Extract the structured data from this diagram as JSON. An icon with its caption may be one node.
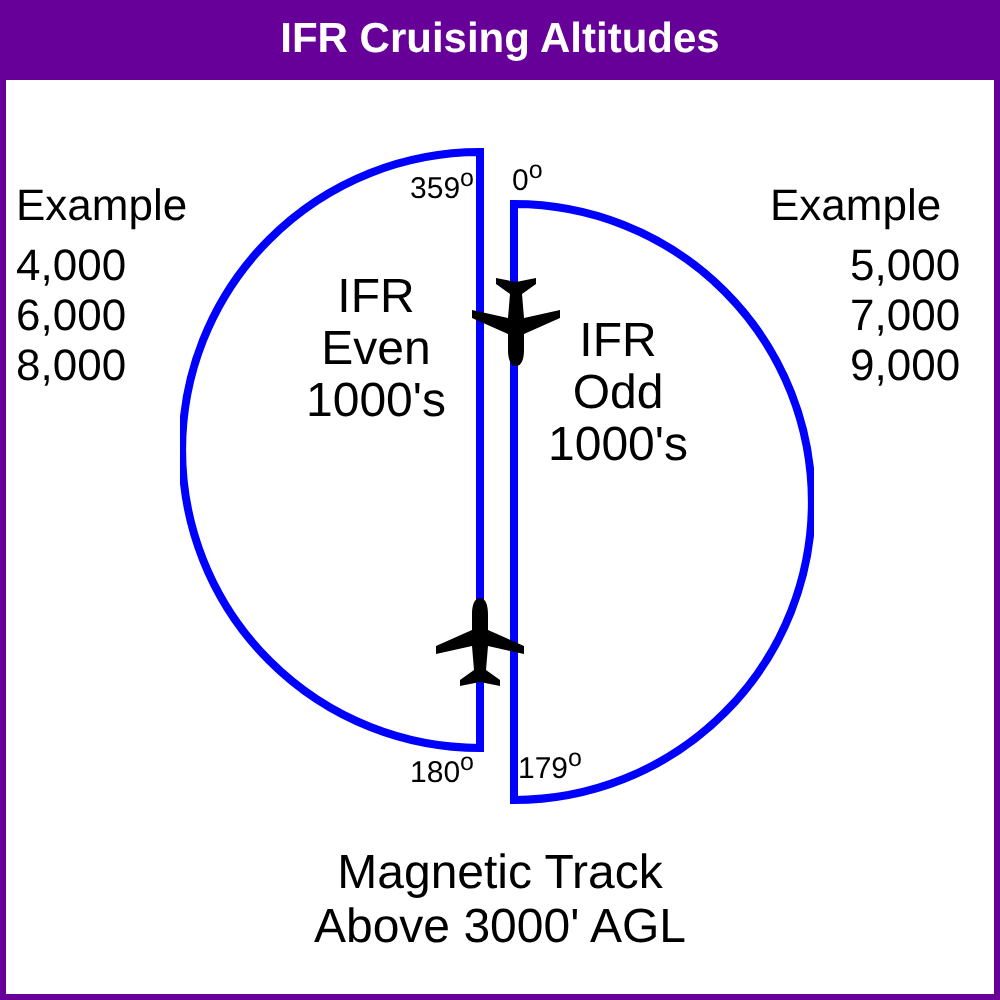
{
  "diagram": {
    "title": "IFR Cruising Altitudes",
    "caption": "Magnetic Track Above 3000' AGL",
    "nodes": [
      {
        "text": [
          "IFR Even 1000's"
        ]
      },
      {
        "text": [
          "IFR Odd 1000's"
        ]
      }
    ],
    "labels": [
      "359$^{o}$",
      "0$^{o}$",
      "Example",
      "Example",
      "4,000",
      "5,000",
      "6,000",
      "7,000",
      "8,000",
      "9,000",
      "180$^{o}$",
      "179$^{o}$"
    ]
  }
}
